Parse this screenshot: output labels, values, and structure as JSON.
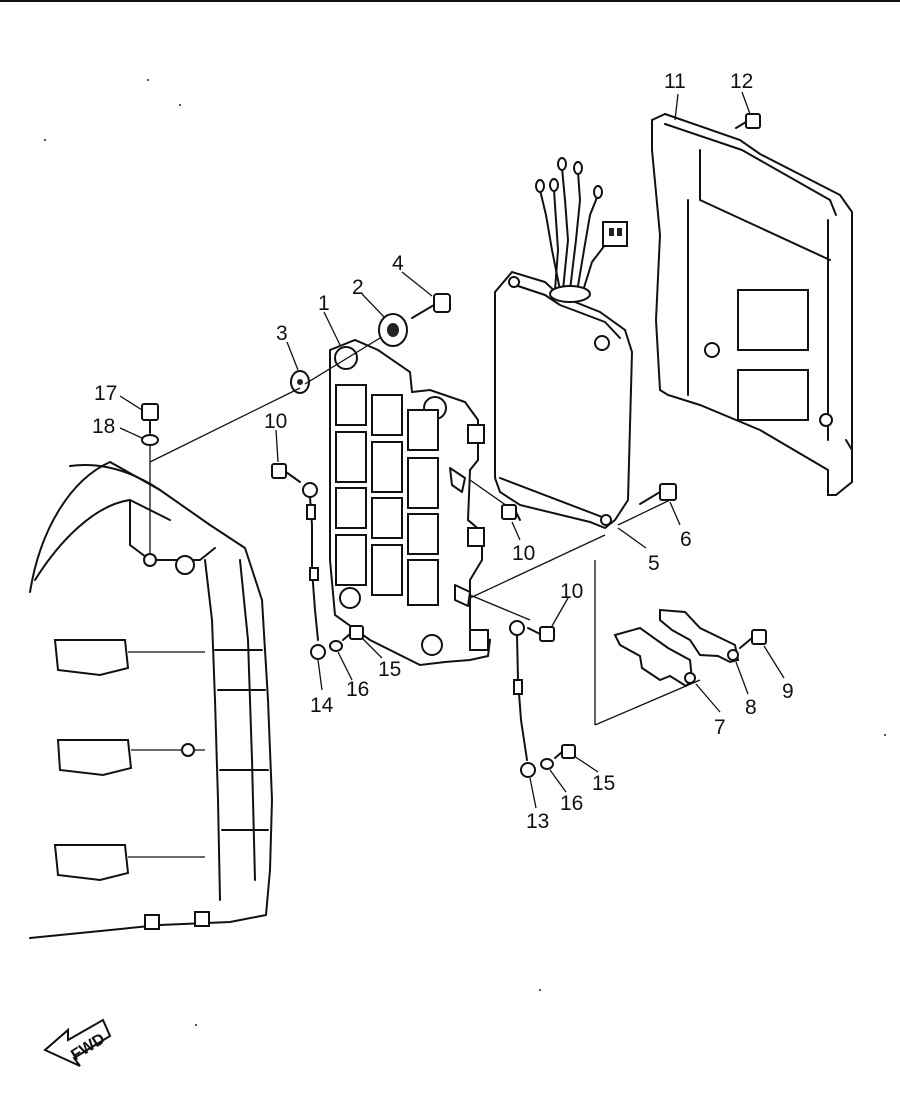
{
  "callouts": {
    "c1": "1",
    "c2": "2",
    "c3": "3",
    "c4": "4",
    "c5": "5",
    "c6": "6",
    "c7": "7",
    "c8": "8",
    "c9": "9",
    "c10a": "10",
    "c10b": "10",
    "c10c": "10",
    "c11": "11",
    "c12": "12",
    "c13": "13",
    "c14": "14",
    "c15a": "15",
    "c15b": "15",
    "c16a": "16",
    "c16b": "16",
    "c17": "17",
    "c18": "18"
  },
  "fwd_label": "FWD"
}
